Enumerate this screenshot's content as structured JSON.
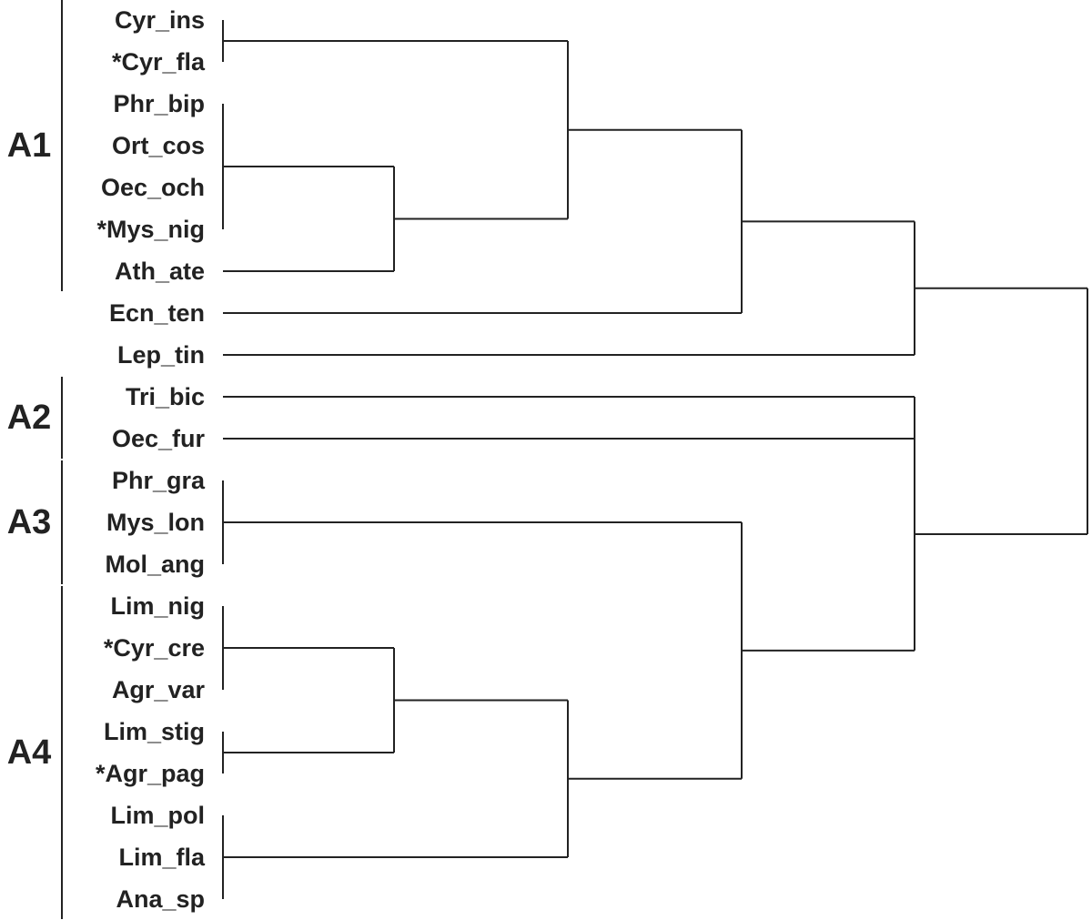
{
  "leaves": [
    "Cyr_ins",
    "*Cyr_fla",
    "Phr_bip",
    "Ort_cos",
    "Oec_och",
    "*Mys_nig",
    "Ath_ate",
    "Ecn_ten",
    "Lep_tin",
    "Tri_bic",
    "Oec_fur",
    "Phr_gra",
    "Mys_lon",
    "Mol_ang",
    "Lim_nig",
    "*Cyr_cre",
    "Agr_var",
    "Lim_stig",
    "*Agr_pag",
    "Lim_pol",
    "Lim_fla",
    "Ana_sp"
  ],
  "groups": [
    {
      "label": "A1",
      "first": 0,
      "last": 6
    },
    {
      "label": "A2",
      "first": 9,
      "last": 10
    },
    {
      "label": "A3",
      "first": 11,
      "last": 13
    },
    {
      "label": "A4",
      "first": 14,
      "last": 21
    }
  ],
  "tree": [
    {
      "id": "c1",
      "level": 0,
      "children": [
        0,
        1
      ]
    },
    {
      "id": "c2",
      "level": 0,
      "children": [
        2,
        3,
        4,
        5
      ]
    },
    {
      "id": "c3",
      "level": 1,
      "children": [
        "c2",
        6
      ]
    },
    {
      "id": "c4",
      "level": 2,
      "children": [
        "c1",
        "c3"
      ]
    },
    {
      "id": "c5",
      "level": 3,
      "children": [
        "c4",
        7
      ]
    },
    {
      "id": "c6",
      "level": 4,
      "children": [
        "c5",
        8
      ]
    },
    {
      "id": "c7",
      "level": 4,
      "children": [
        9,
        10
      ]
    },
    {
      "id": "c8",
      "level": 0,
      "children": [
        11,
        12,
        13
      ]
    },
    {
      "id": "c9",
      "level": 0,
      "children": [
        14,
        15,
        16
      ]
    },
    {
      "id": "c10",
      "level": 0,
      "children": [
        17,
        18
      ]
    },
    {
      "id": "c11",
      "level": 1,
      "children": [
        "c9",
        "c10"
      ]
    },
    {
      "id": "c12",
      "level": 0,
      "children": [
        19,
        20,
        21
      ]
    },
    {
      "id": "c13",
      "level": 2,
      "children": [
        "c11",
        "c12"
      ]
    },
    {
      "id": "c14",
      "level": 3,
      "children": [
        "c8",
        "c13"
      ]
    },
    {
      "id": "c15",
      "level": 4,
      "children": [
        "c7",
        "c14"
      ]
    },
    {
      "id": "c16",
      "level": 5,
      "children": [
        "c6",
        "c15"
      ]
    }
  ]
}
